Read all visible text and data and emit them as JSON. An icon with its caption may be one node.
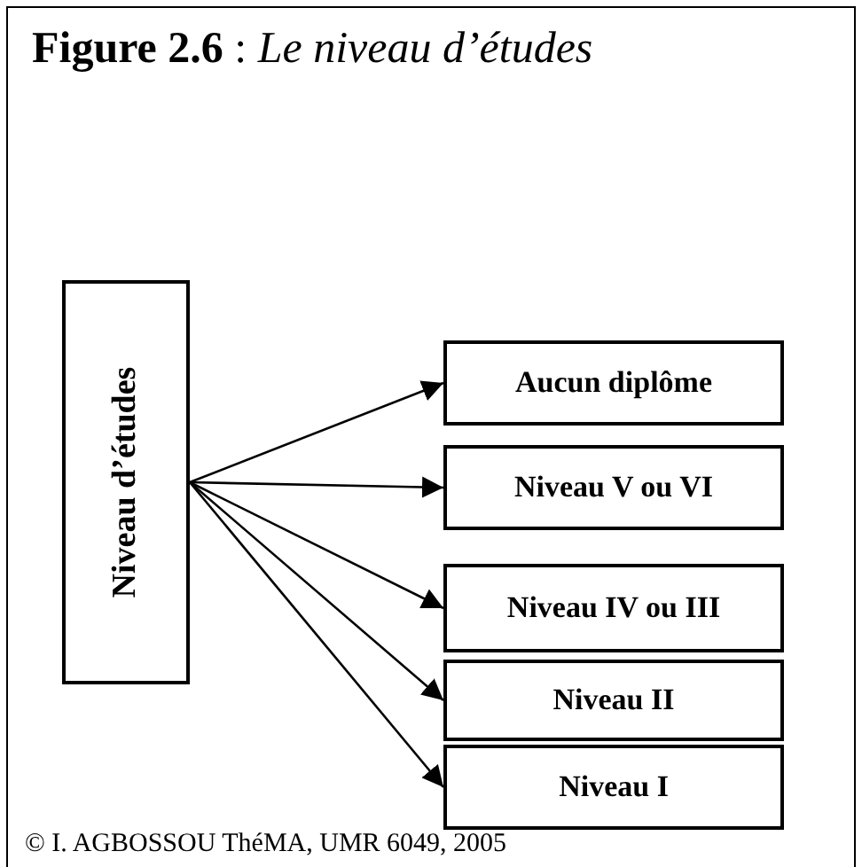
{
  "diagram": {
    "title": "**Figure 2.6** : *Le niveau d’études*",
    "nodes": [
      {
        "text": [
          "Niveau d’études"
        ]
      },
      {
        "text": [
          "Aucun diplôme"
        ]
      },
      {
        "text": [
          "Niveau V ou VI"
        ]
      },
      {
        "text": [
          "Niveau IV ou III"
        ]
      },
      {
        "text": [
          "Niveau II"
        ]
      },
      {
        "text": [
          "Niveau I"
        ]
      }
    ],
    "edges": [
      {
        "from": 0,
        "to": 1,
        "arrow": "to"
      },
      {
        "from": 0,
        "to": 2,
        "arrow": "to"
      },
      {
        "from": 0,
        "to": 3,
        "arrow": "to"
      },
      {
        "from": 0,
        "to": 4,
        "arrow": "to"
      },
      {
        "from": 0,
        "to": 5,
        "arrow": "to"
      }
    ],
    "labels": [
      "© I. AGBOSSOU ThéMA, UMR 6049, 2005"
    ]
  }
}
